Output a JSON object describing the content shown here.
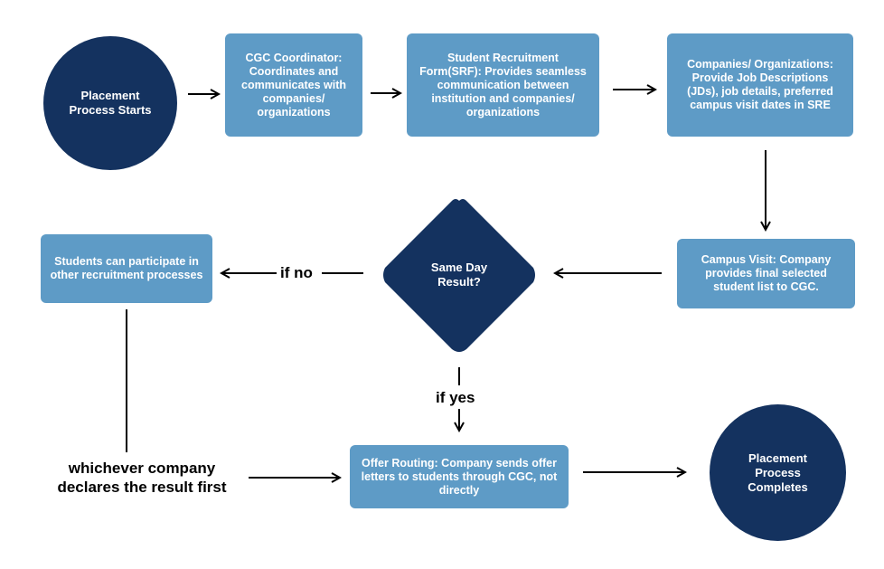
{
  "nodes": {
    "start": "Placement Process Starts",
    "cgc_coordinator": "CGC Coordinator: Coordinates and communicates with companies/ organizations",
    "srf": "Student Recruitment Form(SRF): Provides seamless communication between institution and companies/ organizations",
    "companies": "Companies/ Organizations: Provide Job Descriptions (JDs), job details, preferred campus visit dates in SRE",
    "campus_visit": "Campus Visit: Company provides final selected student list to CGC.",
    "decision": "Same Day Result?",
    "other_processes": "Students can participate in other recruitment processes",
    "offer_routing": "Offer Routing: Company sends offer letters to students through CGC, not directly",
    "end": "Placement Process Completes"
  },
  "labels": {
    "if_no": "if no",
    "if_yes": "if yes",
    "whichever": "whichever company declares the result first"
  },
  "colors": {
    "box": "#5e9bc6",
    "circle": "#14325f",
    "arrow": "#000000"
  }
}
